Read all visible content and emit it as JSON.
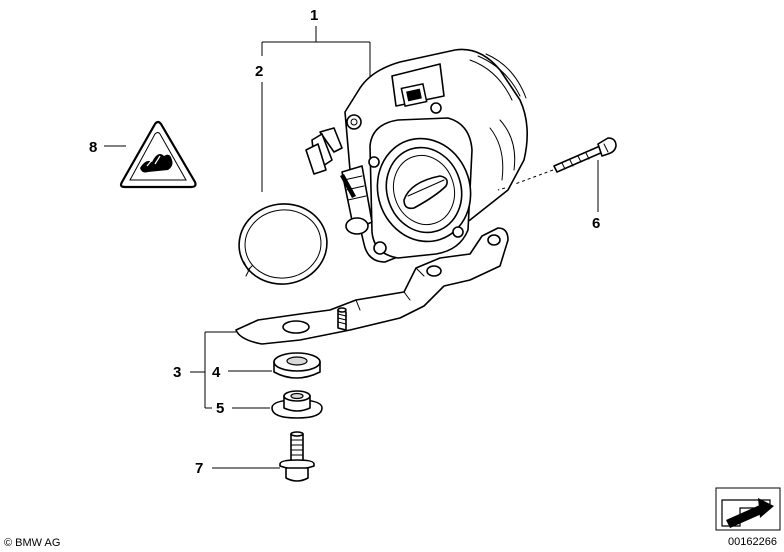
{
  "callouts": [
    {
      "id": "throttle-housing",
      "label": "1"
    },
    {
      "id": "gasket-ring",
      "label": "2"
    },
    {
      "id": "bracket",
      "label": "3"
    },
    {
      "id": "rubber-mount",
      "label": "4"
    },
    {
      "id": "bushing",
      "label": "5"
    },
    {
      "id": "long-bolt",
      "label": "6"
    },
    {
      "id": "short-bolt",
      "label": "7"
    },
    {
      "id": "warning-label",
      "label": "8"
    }
  ],
  "footer": {
    "copyright": "© BMW AG",
    "diagram_number": "00162266"
  },
  "icons": {
    "warning": "hand-pinch-warning-icon",
    "navigation": "arrow-navigation-icon"
  }
}
